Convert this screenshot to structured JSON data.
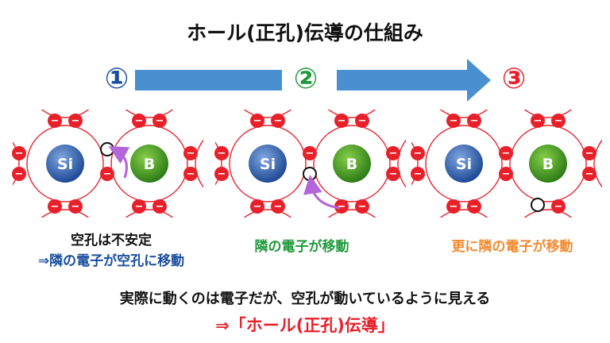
{
  "title": "ホール(正孔)伝導の仕組み",
  "steps": [
    {
      "label": "①",
      "color": "#1a4fa0"
    },
    {
      "label": "②",
      "color": "#1f9a3a"
    },
    {
      "label": "③",
      "color": "#e8202a"
    }
  ],
  "panels": [
    {
      "si": "Si",
      "b": "B",
      "caption_line1": "空孔は不安定",
      "caption_line2": "⇒隣の電子が空孔に移動"
    },
    {
      "si": "Si",
      "b": "B",
      "caption_line1": "隣の電子が移動",
      "caption_line2": ""
    },
    {
      "si": "Si",
      "b": "B",
      "caption_line1": "更に隣の電子が移動",
      "caption_line2": ""
    }
  ],
  "electron_symbol": "−",
  "summary_line1": "実際に動くのは電子だが、空孔が動いているように見える",
  "summary_line2": "⇒「ホール(正孔)伝導」",
  "colors": {
    "arrow": "#4a90d0",
    "electron": "#e8202a",
    "si": "#2b59a8",
    "b": "#3f9a22",
    "move_arrow": "#b366d9",
    "caption_blue": "#1a4fa0",
    "caption_green": "#1f9a3a",
    "caption_orange": "#f28a30",
    "summary_red": "#e8202a"
  }
}
